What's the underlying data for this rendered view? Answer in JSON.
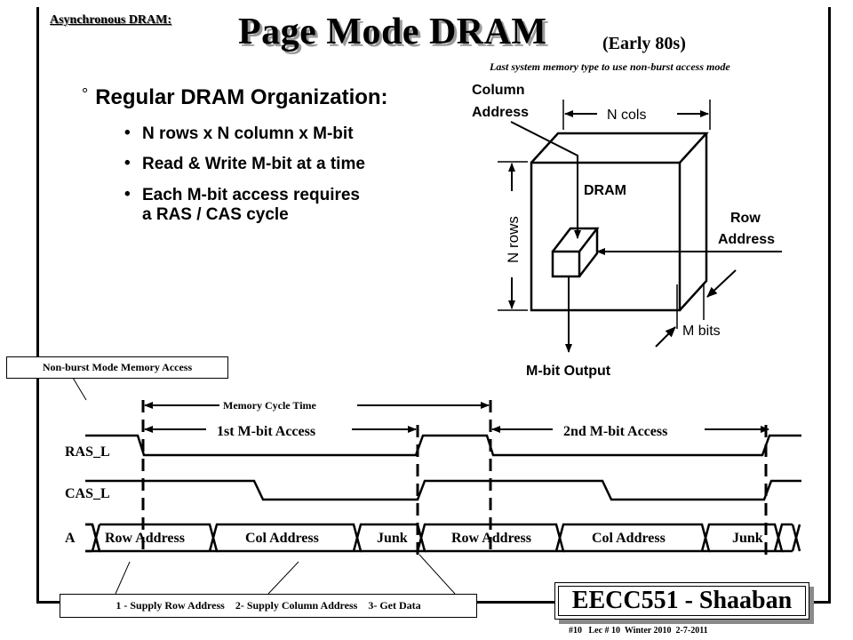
{
  "header": {
    "section_label": "Asynchronous DRAM:",
    "title": "Page Mode DRAM",
    "subtitle": "(Early 80s)",
    "note": "Last system memory type to use non-burst access mode"
  },
  "organization": {
    "bullet_symbol": "°",
    "heading": "Regular DRAM Organization:",
    "items": [
      "N rows x N column x M-bit",
      "Read & Write M-bit at a time",
      "Each M-bit access requires",
      "a RAS / CAS cycle"
    ]
  },
  "dram_diagram": {
    "column_address_line1": "Column",
    "column_address_line2": "Address",
    "n_cols": "N cols",
    "dram_label": "DRAM",
    "row_address_line1": "Row",
    "row_address_line2": "Address",
    "n_rows": "N rows",
    "m_bits": "M bits",
    "output": "M-bit Output"
  },
  "timing": {
    "mode_label": "Non-burst Mode Memory Access",
    "cycle_label": "Memory Cycle Time",
    "access1": "1st M-bit Access",
    "access2": "2nd M-bit Access",
    "signals": [
      "RAS_L",
      "CAS_L",
      "A"
    ],
    "bus_values": [
      "Row Address",
      "Col Address",
      "Junk",
      "Row Address",
      "Col Address",
      "Junk"
    ],
    "steps": "1 - Supply Row Address    2- Supply Column Address    3- Get Data"
  },
  "footer": {
    "brand": "EECC551 - Shaaban",
    "lecture": "#10   Lec # 10  Winter 2010  2-7-2011"
  }
}
